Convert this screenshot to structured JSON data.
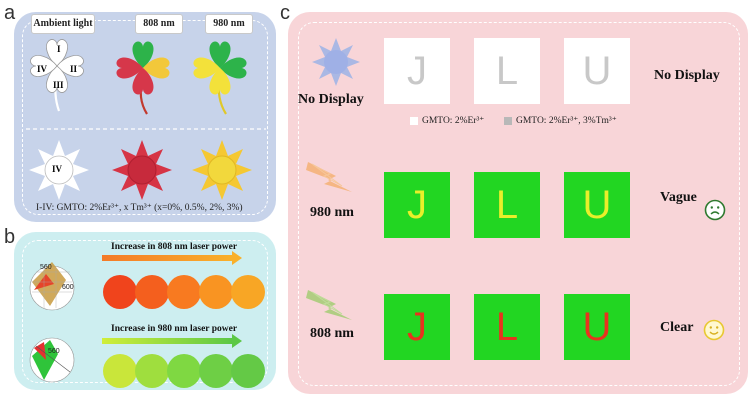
{
  "panel_a": {
    "label": "a",
    "headers": [
      "Ambient light",
      "808 nm",
      "980 nm"
    ],
    "petal_labels": [
      "I",
      "II",
      "III",
      "IV"
    ],
    "sun_label": "IV",
    "caption": "I-IV: GMTO: 2%Er³⁺, x Tm³⁺ (x=0%, 0.5%, 2%, 3%)"
  },
  "panel_b": {
    "label": "b",
    "arrow_808": "Increase in 808 nm laser power",
    "arrow_980": "Increase in 980 nm laser power",
    "inset_top_ticks": [
      "560",
      "600"
    ],
    "inset_bottom_ticks": [
      "560"
    ],
    "row_808_colors": [
      "#f0441c",
      "#f45f1e",
      "#f87a20",
      "#f99422",
      "#f8a625"
    ],
    "row_980_colors": [
      "#c9e63a",
      "#9fde3e",
      "#7fd842",
      "#6ecf45",
      "#64c946"
    ]
  },
  "panel_c": {
    "label": "c",
    "letters": [
      "J",
      "L",
      "U"
    ],
    "row1_left": "No Display",
    "row1_right": "No Display",
    "legend_white": "GMTO: 2%Er³⁺",
    "legend_gray": "GMTO: 2%Er³⁺, 3%Tm³⁺",
    "row2_left": "980 nm",
    "row2_right": "Vague",
    "row3_left": "808 nm",
    "row3_right": "Clear",
    "colors": {
      "green_bg": "#22d622",
      "yellow_letter": "#e9ef2a",
      "red_letter": "#e8331e",
      "gray_letter": "#c8c8c8"
    }
  }
}
